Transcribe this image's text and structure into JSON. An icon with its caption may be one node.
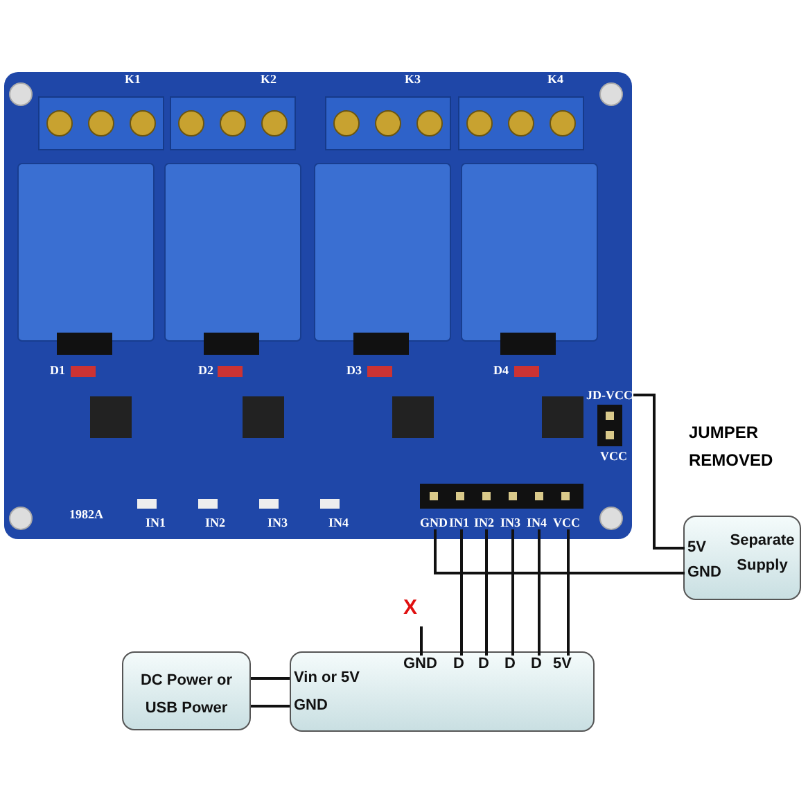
{
  "diagram": {
    "nodes": [
      {
        "text": [],
        "shape": "picture"
      },
      {
        "text": [
          "JD-VCC"
        ],
        "in": 0
      },
      {
        "text": [
          "VCC"
        ],
        "in": 0
      },
      {
        "text": [
          "GND"
        ],
        "in": 0
      },
      {
        "text": [
          "IN1"
        ],
        "in": 0
      },
      {
        "text": [
          "IN2"
        ],
        "in": 0
      },
      {
        "text": [
          "IN3"
        ],
        "in": 0
      },
      {
        "text": [
          "IN4"
        ],
        "in": 0
      },
      {
        "text": [
          "VCC"
        ],
        "in": 0
      },
      {
        "text": [
          "Separate Supply"
        ]
      },
      {
        "text": [
          "5V"
        ],
        "in": 9
      },
      {
        "text": [
          "GND"
        ],
        "in": 9
      },
      {
        "text": [
          "DC Power or USB Power"
        ]
      },
      {
        "text": [],
        "shape": "box"
      },
      {
        "text": [
          "Vin or 5V"
        ],
        "in": 13
      },
      {
        "text": [
          "GND"
        ],
        "in": 13
      },
      {
        "text": [
          "GND"
        ],
        "in": 13
      },
      {
        "text": [
          "D"
        ],
        "in": 13
      },
      {
        "text": [
          "D"
        ],
        "in": 13
      },
      {
        "text": [
          "D"
        ],
        "in": 13
      },
      {
        "text": [
          "D"
        ],
        "in": 13
      },
      {
        "text": [
          "5V"
        ],
        "in": 13
      }
    ],
    "edges": [
      {
        "from": 1,
        "to": 10,
        "arrow": "none"
      },
      {
        "from": 3,
        "to": 11,
        "arrow": "none"
      },
      {
        "from": 4,
        "to": 17,
        "arrow": "none"
      },
      {
        "from": 5,
        "to": 18,
        "arrow": "none"
      },
      {
        "from": 6,
        "to": 19,
        "arrow": "none"
      },
      {
        "from": 7,
        "to": 20,
        "arrow": "none"
      },
      {
        "from": 8,
        "to": 21,
        "arrow": "none"
      },
      {
        "from": 12,
        "to": 14,
        "arrow": "none"
      },
      {
        "from": 12,
        "to": 15,
        "arrow": "none"
      },
      {
        "from": null,
        "to": 16,
        "arrow": "none"
      }
    ],
    "labels": [
      "K1",
      "K2",
      "K3",
      "K4",
      "D1",
      "D2",
      "D3",
      "D4",
      "JUMPER REMOVED",
      "1982A",
      "IN1",
      "IN2",
      "IN3",
      "IN4",
      "X"
    ]
  }
}
